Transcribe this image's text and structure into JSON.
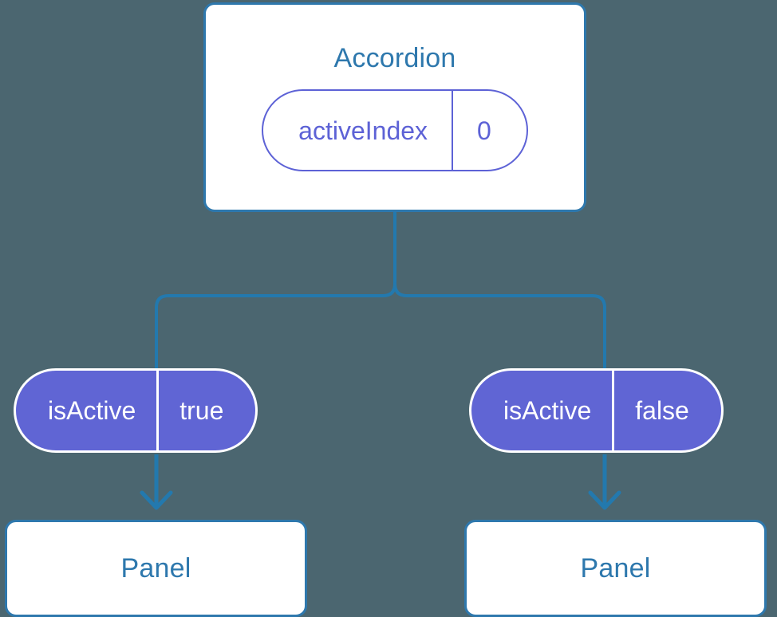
{
  "diagram": {
    "type": "component-tree",
    "background_color": "#4b6670",
    "accent_blue": "#2e78ad",
    "accent_purple": "#5d62d6",
    "pill_fill": "#6065d4",
    "root": {
      "name": "accordion-component",
      "title": "Accordion",
      "state": {
        "key": "activeIndex",
        "value": "0"
      }
    },
    "children": [
      {
        "name": "panel-left",
        "state": {
          "key": "isActive",
          "value": "true"
        },
        "title": "Panel"
      },
      {
        "name": "panel-right",
        "state": {
          "key": "isActive",
          "value": "false"
        },
        "title": "Panel"
      }
    ]
  }
}
